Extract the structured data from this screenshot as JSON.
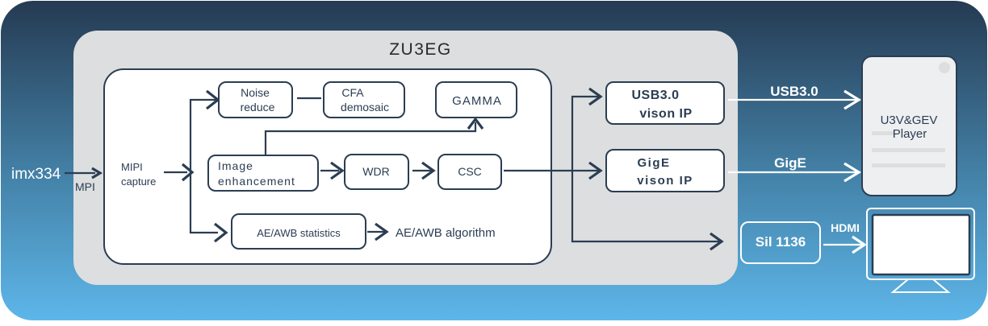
{
  "colors": {
    "bg_top": "#253a52",
    "bg_bottom": "#5cb5e8",
    "chip_fill": "#dcdedf",
    "dark": "#2b3d52",
    "white": "#ffffff",
    "player_fill": "#eeeff0"
  },
  "source": {
    "label": "imx334",
    "link_label": "MPI"
  },
  "chip": {
    "title": "ZU3EG"
  },
  "blocks": {
    "mipi_capture": {
      "line1": "MIPI",
      "line2": "capture"
    },
    "noise_reduce": {
      "line1": "Noise",
      "line2": "reduce"
    },
    "cfa_demosaic": {
      "line1": "CFA",
      "line2": "demosaic"
    },
    "gamma": {
      "label": "GAMMA"
    },
    "image_enhancement": {
      "line1": "Image",
      "line2": "enhancement"
    },
    "wdr": {
      "label": "WDR"
    },
    "csc": {
      "label": "CSC"
    },
    "ae_awb_statistics": {
      "label": "AE/AWB statistics"
    },
    "ae_awb_algorithm": {
      "label": "AE/AWB algorithm"
    },
    "usb_ip": {
      "line1": "USB3.0",
      "line2": "vison IP"
    },
    "gige_ip": {
      "line1": "GigE",
      "line2": "vison IP"
    },
    "sil": {
      "label": "Sil 1136"
    }
  },
  "links": {
    "usb": "USB3.0",
    "gige": "GigE",
    "hdmi": "HDMI"
  },
  "player": {
    "line1": "U3V&GEV",
    "line2": "Player"
  },
  "monitor": {
    "icon": "monitor-icon"
  }
}
